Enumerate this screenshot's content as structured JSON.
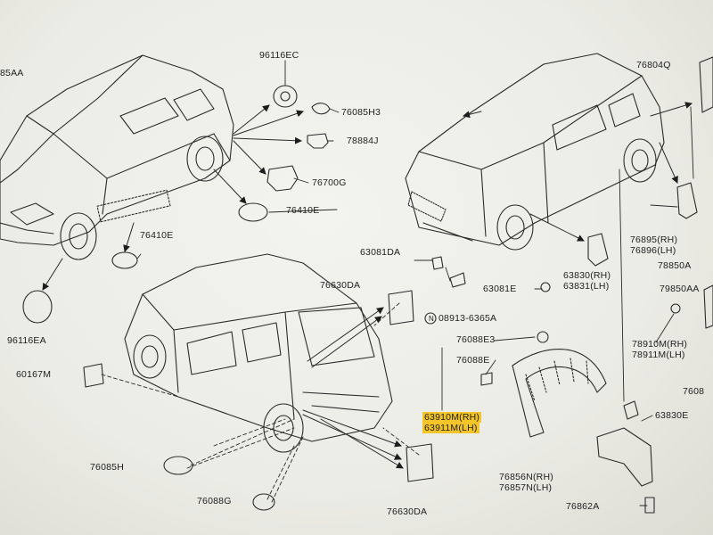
{
  "labels": {
    "p_85aa": "85AA",
    "p_96116ec": "96116EC",
    "p_76085h3": "76085H3",
    "p_78884j": "78884J",
    "p_76700g": "76700G",
    "p_76410e_a": "76410E",
    "p_76410e_b": "76410E",
    "p_96116ea": "96116EA",
    "p_76804q": "76804Q",
    "p_76895": "76895(RH)",
    "p_76896": "76896(LH)",
    "p_78850a": "78850A",
    "p_79850aa": "79850AA",
    "p_63081da": "63081DA",
    "p_76630da_a": "76630DA",
    "p_08913": "08913-6365A",
    "p_63830": "63830(RH)",
    "p_63831": "63831(LH)",
    "p_63081e": "63081E",
    "p_78910m": "78910M(RH)",
    "p_78911m": "78911M(LH)",
    "p_76088_edge": "7608",
    "p_60167m": "60167M",
    "p_76088e3": "76088E3",
    "p_76088e": "76088E",
    "p_63910m": "63910M(RH)",
    "p_63911m": "63911M(LH)",
    "p_63830e": "63830E",
    "p_76085h": "76085H",
    "p_76088g": "76088G",
    "p_76630da_b": "76630DA",
    "p_76856n": "76856N(RH)",
    "p_76857n": "76857N(LH)",
    "p_76862a": "76862A",
    "circled_n": "N"
  },
  "colors": {
    "ink": "#1d1d1d",
    "highlight": "#f4c528",
    "paper": "#f1f1ec"
  }
}
